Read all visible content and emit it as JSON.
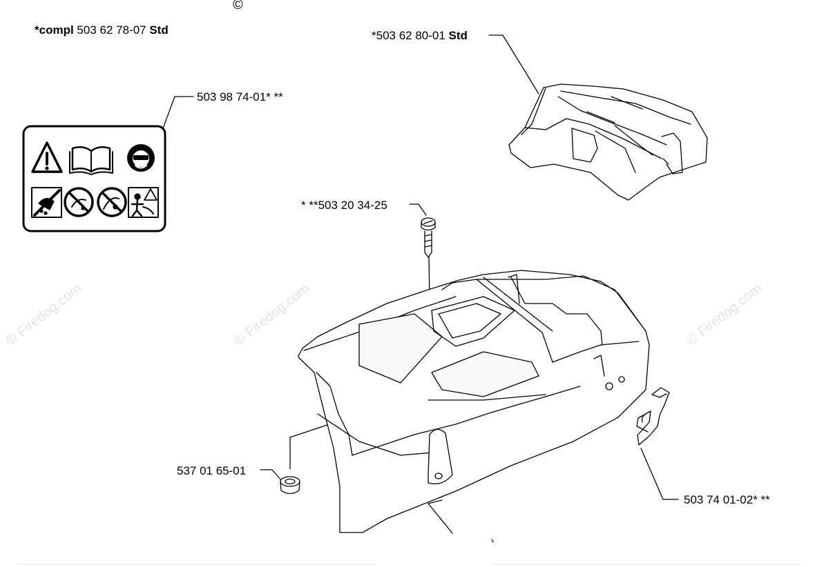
{
  "watermark": "© Firedog.com",
  "copyright_glyph": "©",
  "labels": {
    "compl": {
      "prefix": "*compl",
      "number": " 503 62 78-07 ",
      "suffix": "Std"
    },
    "cover_top": {
      "number": "*503 62 80-01 ",
      "suffix": "Std"
    },
    "decal": "503 98 74-01* **",
    "screw": "* **503 20 34-25",
    "grommet": "537 01 65-01",
    "latch": "503 74 01-02* **"
  },
  "colors": {
    "line": "#000000",
    "fill": "#ffffff",
    "shade": "#f2f2f2"
  }
}
